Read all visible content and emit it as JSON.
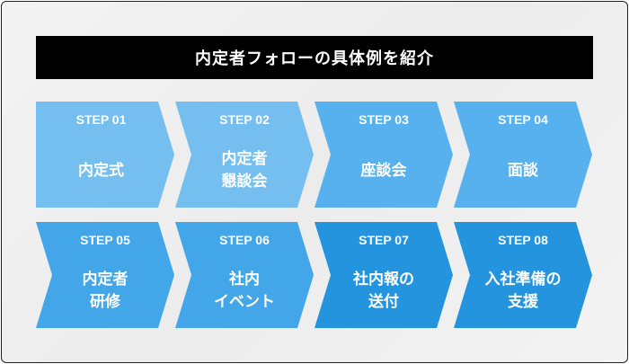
{
  "title": "内定者フォローの具体例を紹介",
  "steps": [
    {
      "label": "STEP 01",
      "name": "内定式",
      "color": "#74bff0"
    },
    {
      "label": "STEP 02",
      "name": "内定者\n懇談会",
      "color": "#74bff0"
    },
    {
      "label": "STEP 03",
      "name": "座談会",
      "color": "#56b1ee"
    },
    {
      "label": "STEP 04",
      "name": "面談",
      "color": "#56b1ee"
    },
    {
      "label": "STEP 05",
      "name": "内定者\n研修",
      "color": "#42a6e8"
    },
    {
      "label": "STEP 06",
      "name": "社内\nイベント",
      "color": "#42a6e8"
    },
    {
      "label": "STEP 07",
      "name": "社内報の\n送付",
      "color": "#2394dd"
    },
    {
      "label": "STEP 08",
      "name": "入社準備の\n支援",
      "color": "#2394dd"
    }
  ]
}
